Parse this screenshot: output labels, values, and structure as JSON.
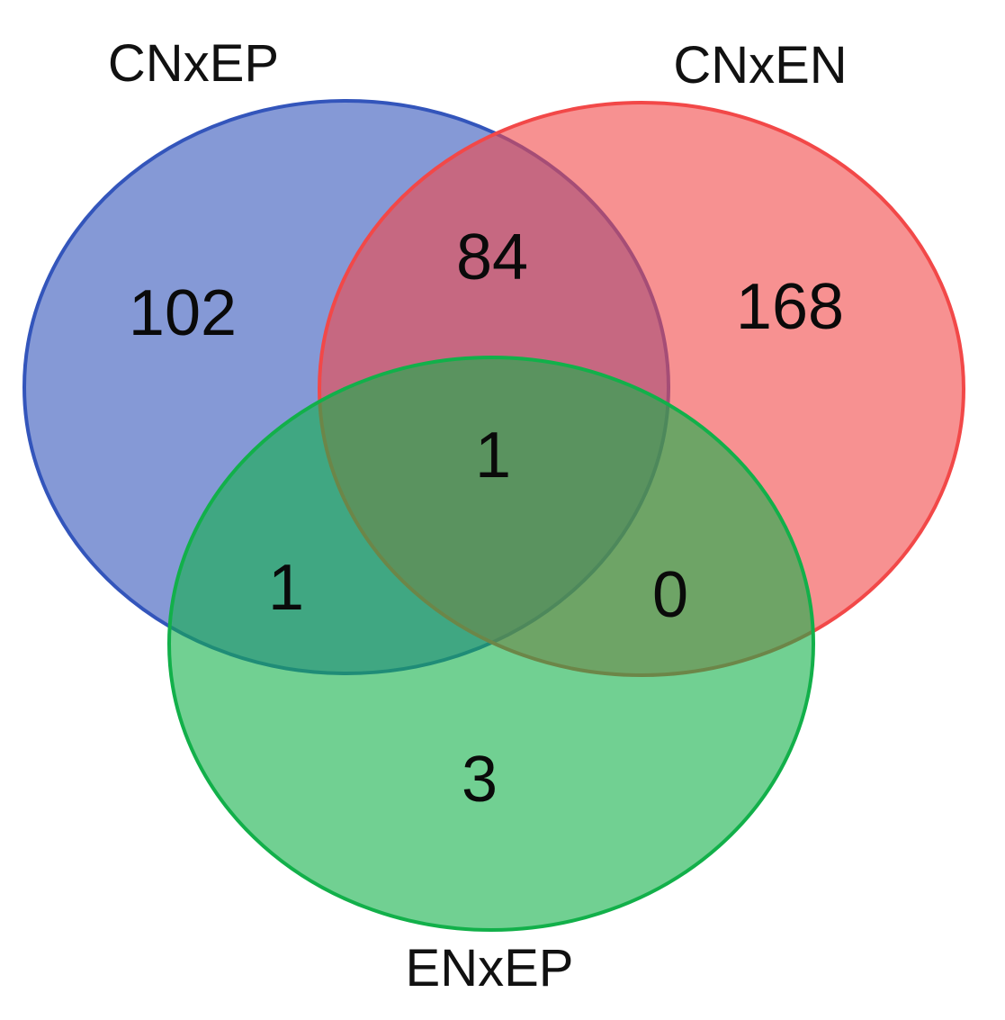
{
  "diagram": {
    "type": "venn3",
    "sets": [
      {
        "id": "A",
        "label": "CNxEP",
        "color": "#3355bb"
      },
      {
        "id": "B",
        "label": "CNxEN",
        "color": "#f24848"
      },
      {
        "id": "C",
        "label": "ENxEP",
        "color": "#12b04a"
      }
    ],
    "regions": {
      "A_only": "102",
      "B_only": "168",
      "C_only": "3",
      "AB": "84",
      "AC": "1",
      "BC": "0",
      "ABC": "1"
    }
  }
}
